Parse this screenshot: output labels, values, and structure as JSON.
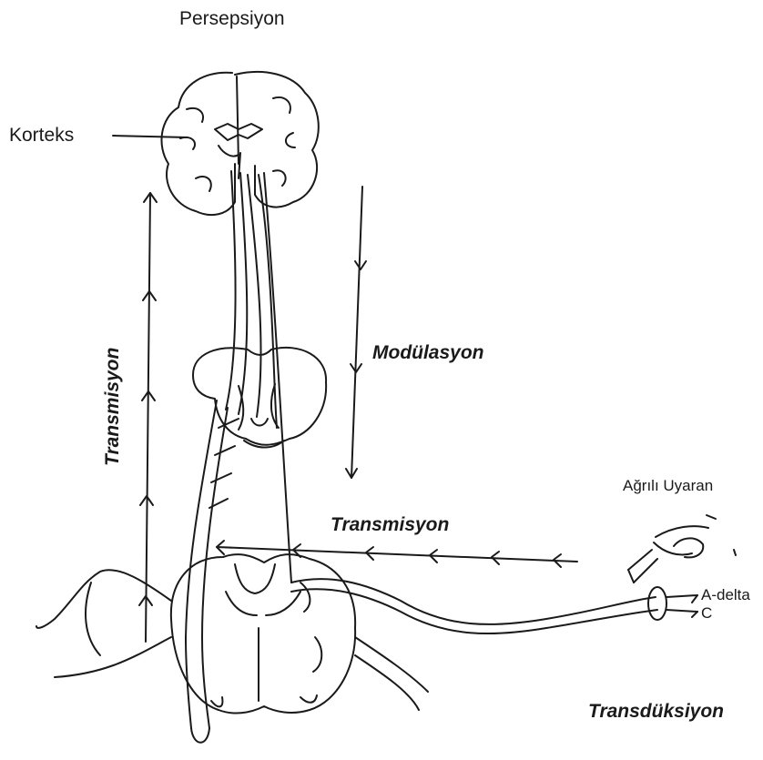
{
  "labels": {
    "perception": "Persepsiyon",
    "cortex": "Korteks",
    "modulation": "Modülasyon",
    "transmission_vertical": "Transmisyon",
    "transmission_horizontal": "Transmisyon",
    "painful_stimulus": "Ağrılı Uyaran",
    "a_delta": "A-delta",
    "c_fiber": "C",
    "transduction": "Transdüksiyon"
  },
  "colors": {
    "line": "#1a1a1a",
    "background": "#ffffff"
  }
}
